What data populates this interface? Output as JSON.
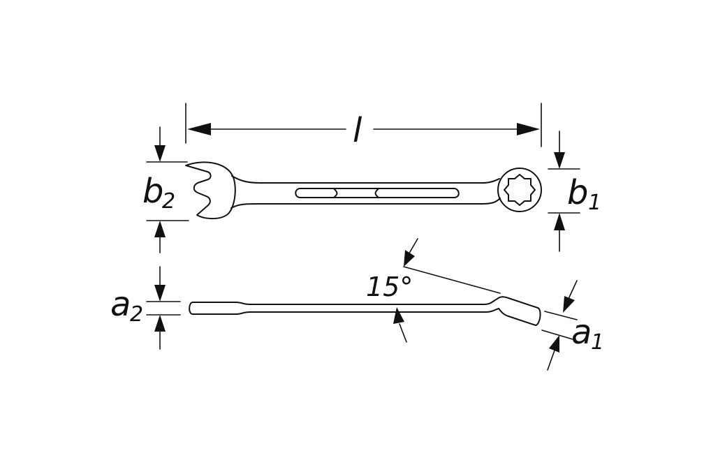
{
  "dimensions": {
    "length": "l",
    "b1": {
      "base": "b",
      "sub": "1"
    },
    "b2": {
      "base": "b",
      "sub": "2"
    },
    "a1": {
      "base": "a",
      "sub": "1"
    },
    "a2": {
      "base": "a",
      "sub": "2"
    },
    "angle": "15°"
  },
  "colors": {
    "line": "#111111",
    "background": "#ffffff"
  },
  "icons": [
    "arrowhead-icon"
  ]
}
